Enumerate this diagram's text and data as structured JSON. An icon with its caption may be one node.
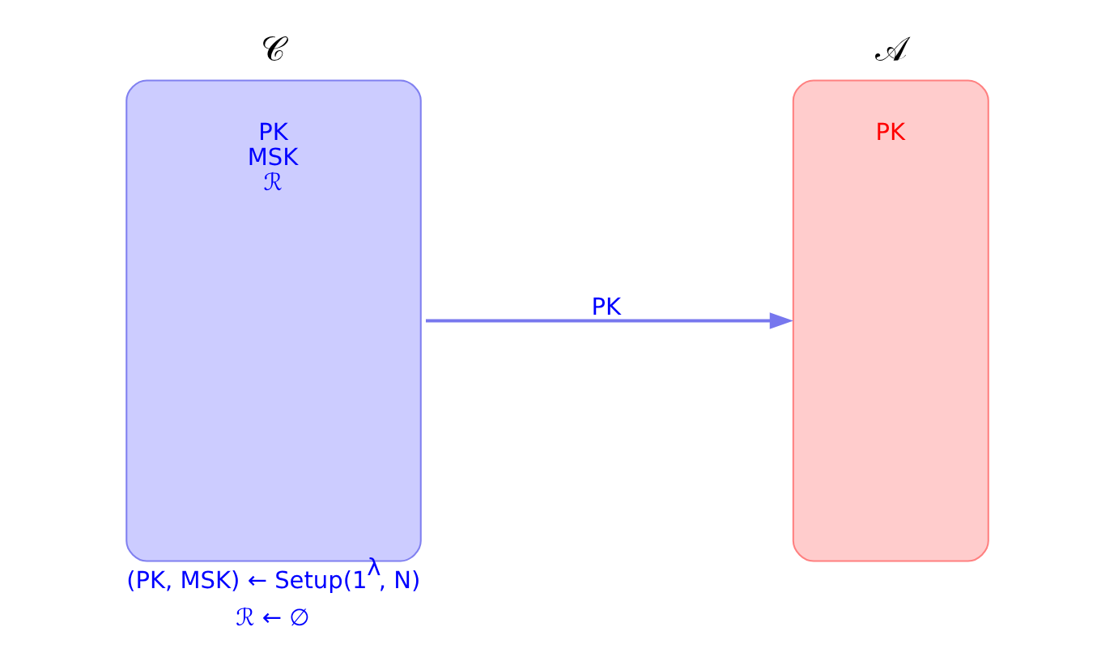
{
  "diagram": {
    "nodes": [
      {
        "text": [
          "𝒞",
          "PK",
          "MSK",
          "ℛ"
        ],
        "beside": [
          "(PK, MSK) ← Setup(1$^{λ}$, N)",
          "ℛ ← ∅"
        ]
      },
      {
        "text": [
          "𝒜",
          "PK"
        ]
      }
    ],
    "edges": [
      {
        "from": 0,
        "to": 1,
        "arrow": "to",
        "label": "PK"
      }
    ]
  }
}
